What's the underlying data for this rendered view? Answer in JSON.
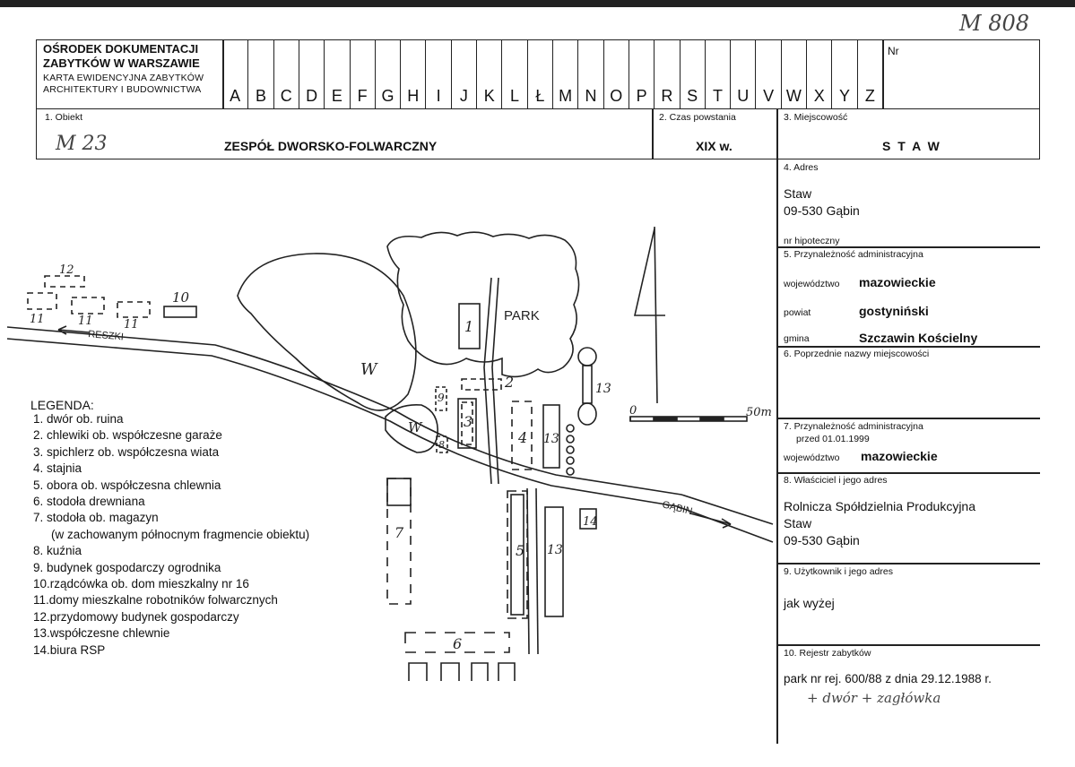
{
  "header": {
    "institution_line1": "OŚRODEK DOKUMENTACJI",
    "institution_line2": "ZABYTKÓW W WARSZAWIE",
    "subtitle_line1": "KARTA EWIDENCYJNA ZABYTKÓW",
    "subtitle_line2": "ARCHITEKTURY I BUDOWNICTWA",
    "letters": [
      "A",
      "B",
      "C",
      "D",
      "E",
      "F",
      "G",
      "H",
      "I",
      "J",
      "K",
      "L",
      "Ł",
      "M",
      "N",
      "O",
      "P",
      "R",
      "S",
      "T",
      "U",
      "V",
      "W",
      "X",
      "Y",
      "Z"
    ],
    "nr_label": "Nr",
    "handwritten_top": "M 808"
  },
  "fields": {
    "obiekt_label": "1. Obiekt",
    "obiekt_hand": "M 23",
    "obiekt_value": "ZESPÓŁ DWORSKO-FOLWARCZNY",
    "czas_label": "2. Czas powstania",
    "czas_value": "XIX w.",
    "miejscowosc_label": "3. Miejscowość",
    "miejscowosc_value": "S T A W",
    "adres_label": "4. Adres",
    "adres_line1": "Staw",
    "adres_line2": "09-530 Gąbin",
    "hipoteczny_label": "nr hipoteczny",
    "przynaleznosc_label": "5. Przynależność administracyjna",
    "woj_label": "województwo",
    "woj_value": "mazowieckie",
    "powiat_label": "powiat",
    "powiat_value": "gostyniński",
    "gmina_label": "gmina",
    "gmina_value": "Szczawin Kościelny",
    "poprzednie_label": "6. Poprzednie nazwy miejscowości",
    "przynaleznosc99_label": "7. Przynależność administracyjna",
    "przynaleznosc99_sub": "przed 01.01.1999",
    "woj99_label": "województwo",
    "woj99_value": "mazowieckie",
    "wlasciciel_label": "8. Właściciel i jego adres",
    "wlasciciel_line1": "Rolnicza Spółdzielnia Produkcyjna",
    "wlasciciel_line2": "Staw",
    "wlasciciel_line3": "09-530 Gąbin",
    "uzytkownik_label": "9. Użytkownik i jego adres",
    "uzytkownik_value": "jak wyżej",
    "rejestr_label": "10. Rejestr zabytków",
    "rejestr_value": "park nr rej. 600/88 z dnia 29.12.1988 r.",
    "rejestr_hand": "+ dwór + zagłówka"
  },
  "legend": {
    "title": "LEGENDA:",
    "items": [
      "1.  dwór ob. ruina",
      "2.  chlewiki ob. współczesne garaże",
      "3.  spichlerz ob. współczesna wiata",
      "4.  stajnia",
      "5.  obora ob. współczesna chlewnia",
      "6.  stodoła drewniana",
      "7.  stodoła ob. magazyn",
      "(w zachowanym północnym fragmencie obiektu)",
      "8.  kuźnia",
      "9.  budynek gospodarczy ogrodnika",
      "10.rządcówka ob. dom mieszkalny nr 16",
      "11.domy mieszkalne robotników folwarcznych",
      "12.przydomowy budynek gospodarczy",
      "13.współczesne chlewnie",
      "14.biura RSP"
    ]
  },
  "map": {
    "park_label": "PARK",
    "road_reszki": "RESZKI",
    "road_gabin": "GĄBIN",
    "scale_zero": "0",
    "scale_end": "50m",
    "woda": "W",
    "nums": {
      "n1": "1",
      "n2": "2",
      "n3": "3",
      "n4": "4",
      "n5": "5",
      "n6": "6",
      "n7": "7",
      "n8": "8",
      "n9": "9",
      "n10": "10",
      "n11": "11",
      "n12": "12",
      "n13": "13",
      "n14": "14"
    }
  }
}
